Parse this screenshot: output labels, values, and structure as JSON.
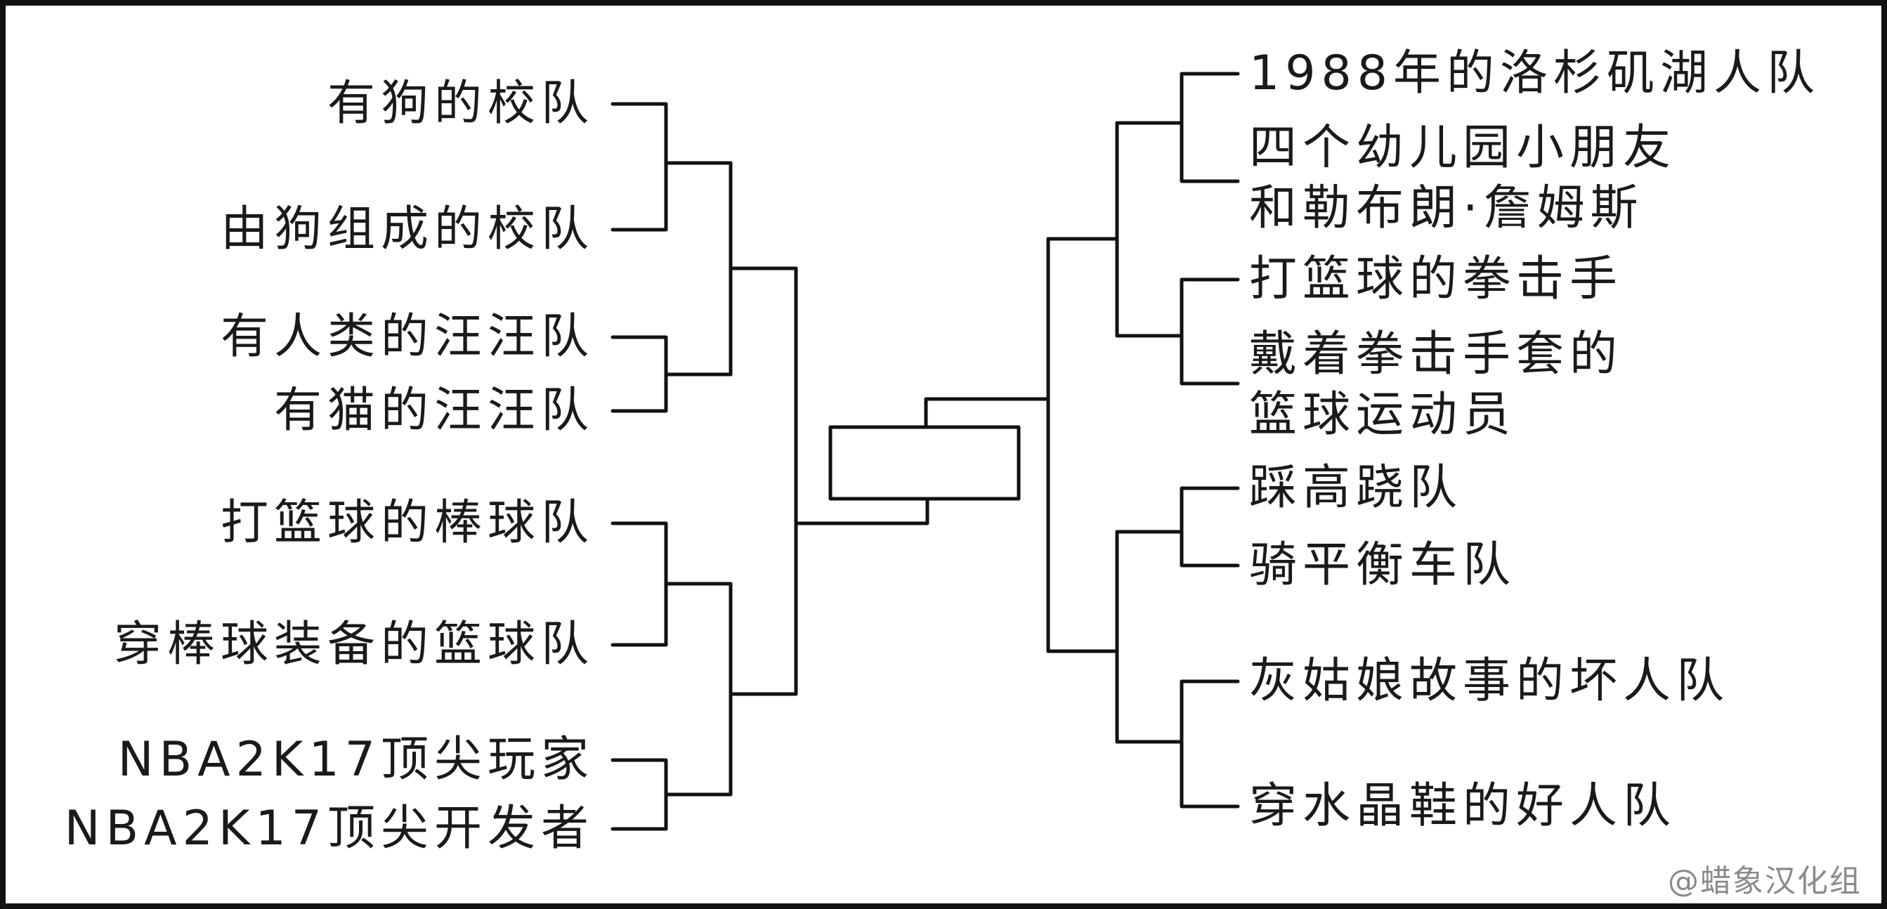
{
  "colors": {
    "ink": "#111111",
    "text": "#1a1a1a",
    "credit": "#8a8a8a",
    "background": "#ffffff"
  },
  "bracket": {
    "left_teams": [
      "有狗的校队",
      "由狗组成的校队",
      "有人类的汪汪队",
      "有猫的汪汪队",
      "打篮球的棒球队",
      "穿棒球装备的篮球队",
      "NBA2K17顶尖玩家",
      "NBA2K17顶尖开发者"
    ],
    "right_teams": [
      "1988年的洛杉矶湖人队",
      "四个幼儿园小朋友\n和勒布朗·詹姆斯",
      "打篮球的拳击手",
      "戴着拳击手套的\n篮球运动员",
      "踩高跷队",
      "骑平衡车队",
      "灰姑娘故事的坏人队",
      "穿水晶鞋的好人队"
    ],
    "champion": ""
  },
  "credit": "@蜡象汉化组"
}
